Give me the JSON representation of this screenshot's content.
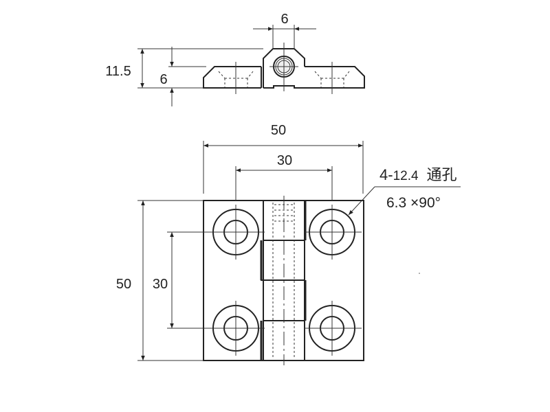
{
  "top_view": {
    "dim_knuckle_width": "6",
    "dim_total_height": "11.5",
    "dim_plate_thickness": "6"
  },
  "front_view": {
    "dim_overall_width": "50",
    "dim_hole_spacing_x": "30",
    "dim_overall_height": "50",
    "dim_hole_spacing_y": "30"
  },
  "hole_callout": {
    "count_prefix": "4-",
    "diameter": "12.4",
    "type": "通孔",
    "countersink": "6.3 ×90°"
  }
}
